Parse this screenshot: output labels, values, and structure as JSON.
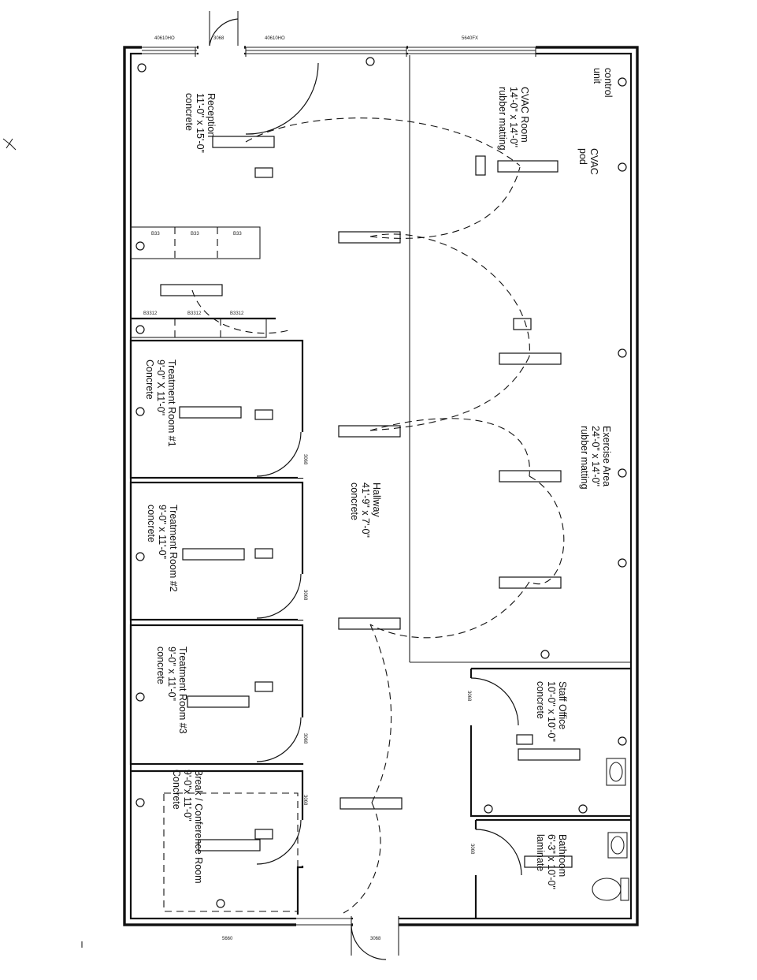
{
  "exterior_labels": {
    "window_left": "40610HO",
    "door_top": "3068",
    "window_right": "40610HO",
    "window_big": "5640FX",
    "bottom_left": "5660",
    "bottom_door": "3068"
  },
  "rooms": {
    "reception": {
      "name": "Reception",
      "size": "11'-0\" x 15'-0\"",
      "floor": "concrete"
    },
    "cvac_room": {
      "name": "CVAC Room",
      "size": "14'-0\" x 14'-0\"",
      "floor": "rubber matting"
    },
    "control_unit": {
      "line1": "control",
      "line2": "unit"
    },
    "cvac_pod": {
      "line1": "CVAC",
      "line2": "pod"
    },
    "treatment1": {
      "name": "Treatment Room #1",
      "size": "9'-0\" X 11'-0\"",
      "floor": "Concrete"
    },
    "treatment2": {
      "name": "Treatment Room #2",
      "size": "9'-0\" x 11'-0\"",
      "floor": "concrete"
    },
    "treatment3": {
      "name": "Treatment Room #3",
      "size": "9'-0\" x 11'-0\"",
      "floor": "concrete"
    },
    "break": {
      "name": "Break / Conference Room",
      "size": "9'-0\"x 11'-0\"",
      "floor": "Concrete"
    },
    "hallway": {
      "name": "Hallway",
      "size": "41'-9\" x 7'-0\"",
      "floor": "concrete"
    },
    "exercise": {
      "name": "Exercise Area",
      "size": "24'-0\" x 14'-0\"",
      "floor": "rubber matting"
    },
    "staff": {
      "name": "Staff Office",
      "size": "10'-0\" x 10'-0\"",
      "floor": "concrete"
    },
    "bathroom": {
      "name": "Bathroom",
      "size": "6'-3\" x 10'-0\"",
      "floor": "laminate"
    }
  },
  "cabinets": {
    "upper": [
      "B33",
      "B33",
      "B33"
    ],
    "lower": [
      "B3312",
      "B3312",
      "B3312"
    ]
  },
  "door_tags": [
    "3068",
    "3068",
    "3068",
    "3068",
    "3068",
    "3068"
  ]
}
